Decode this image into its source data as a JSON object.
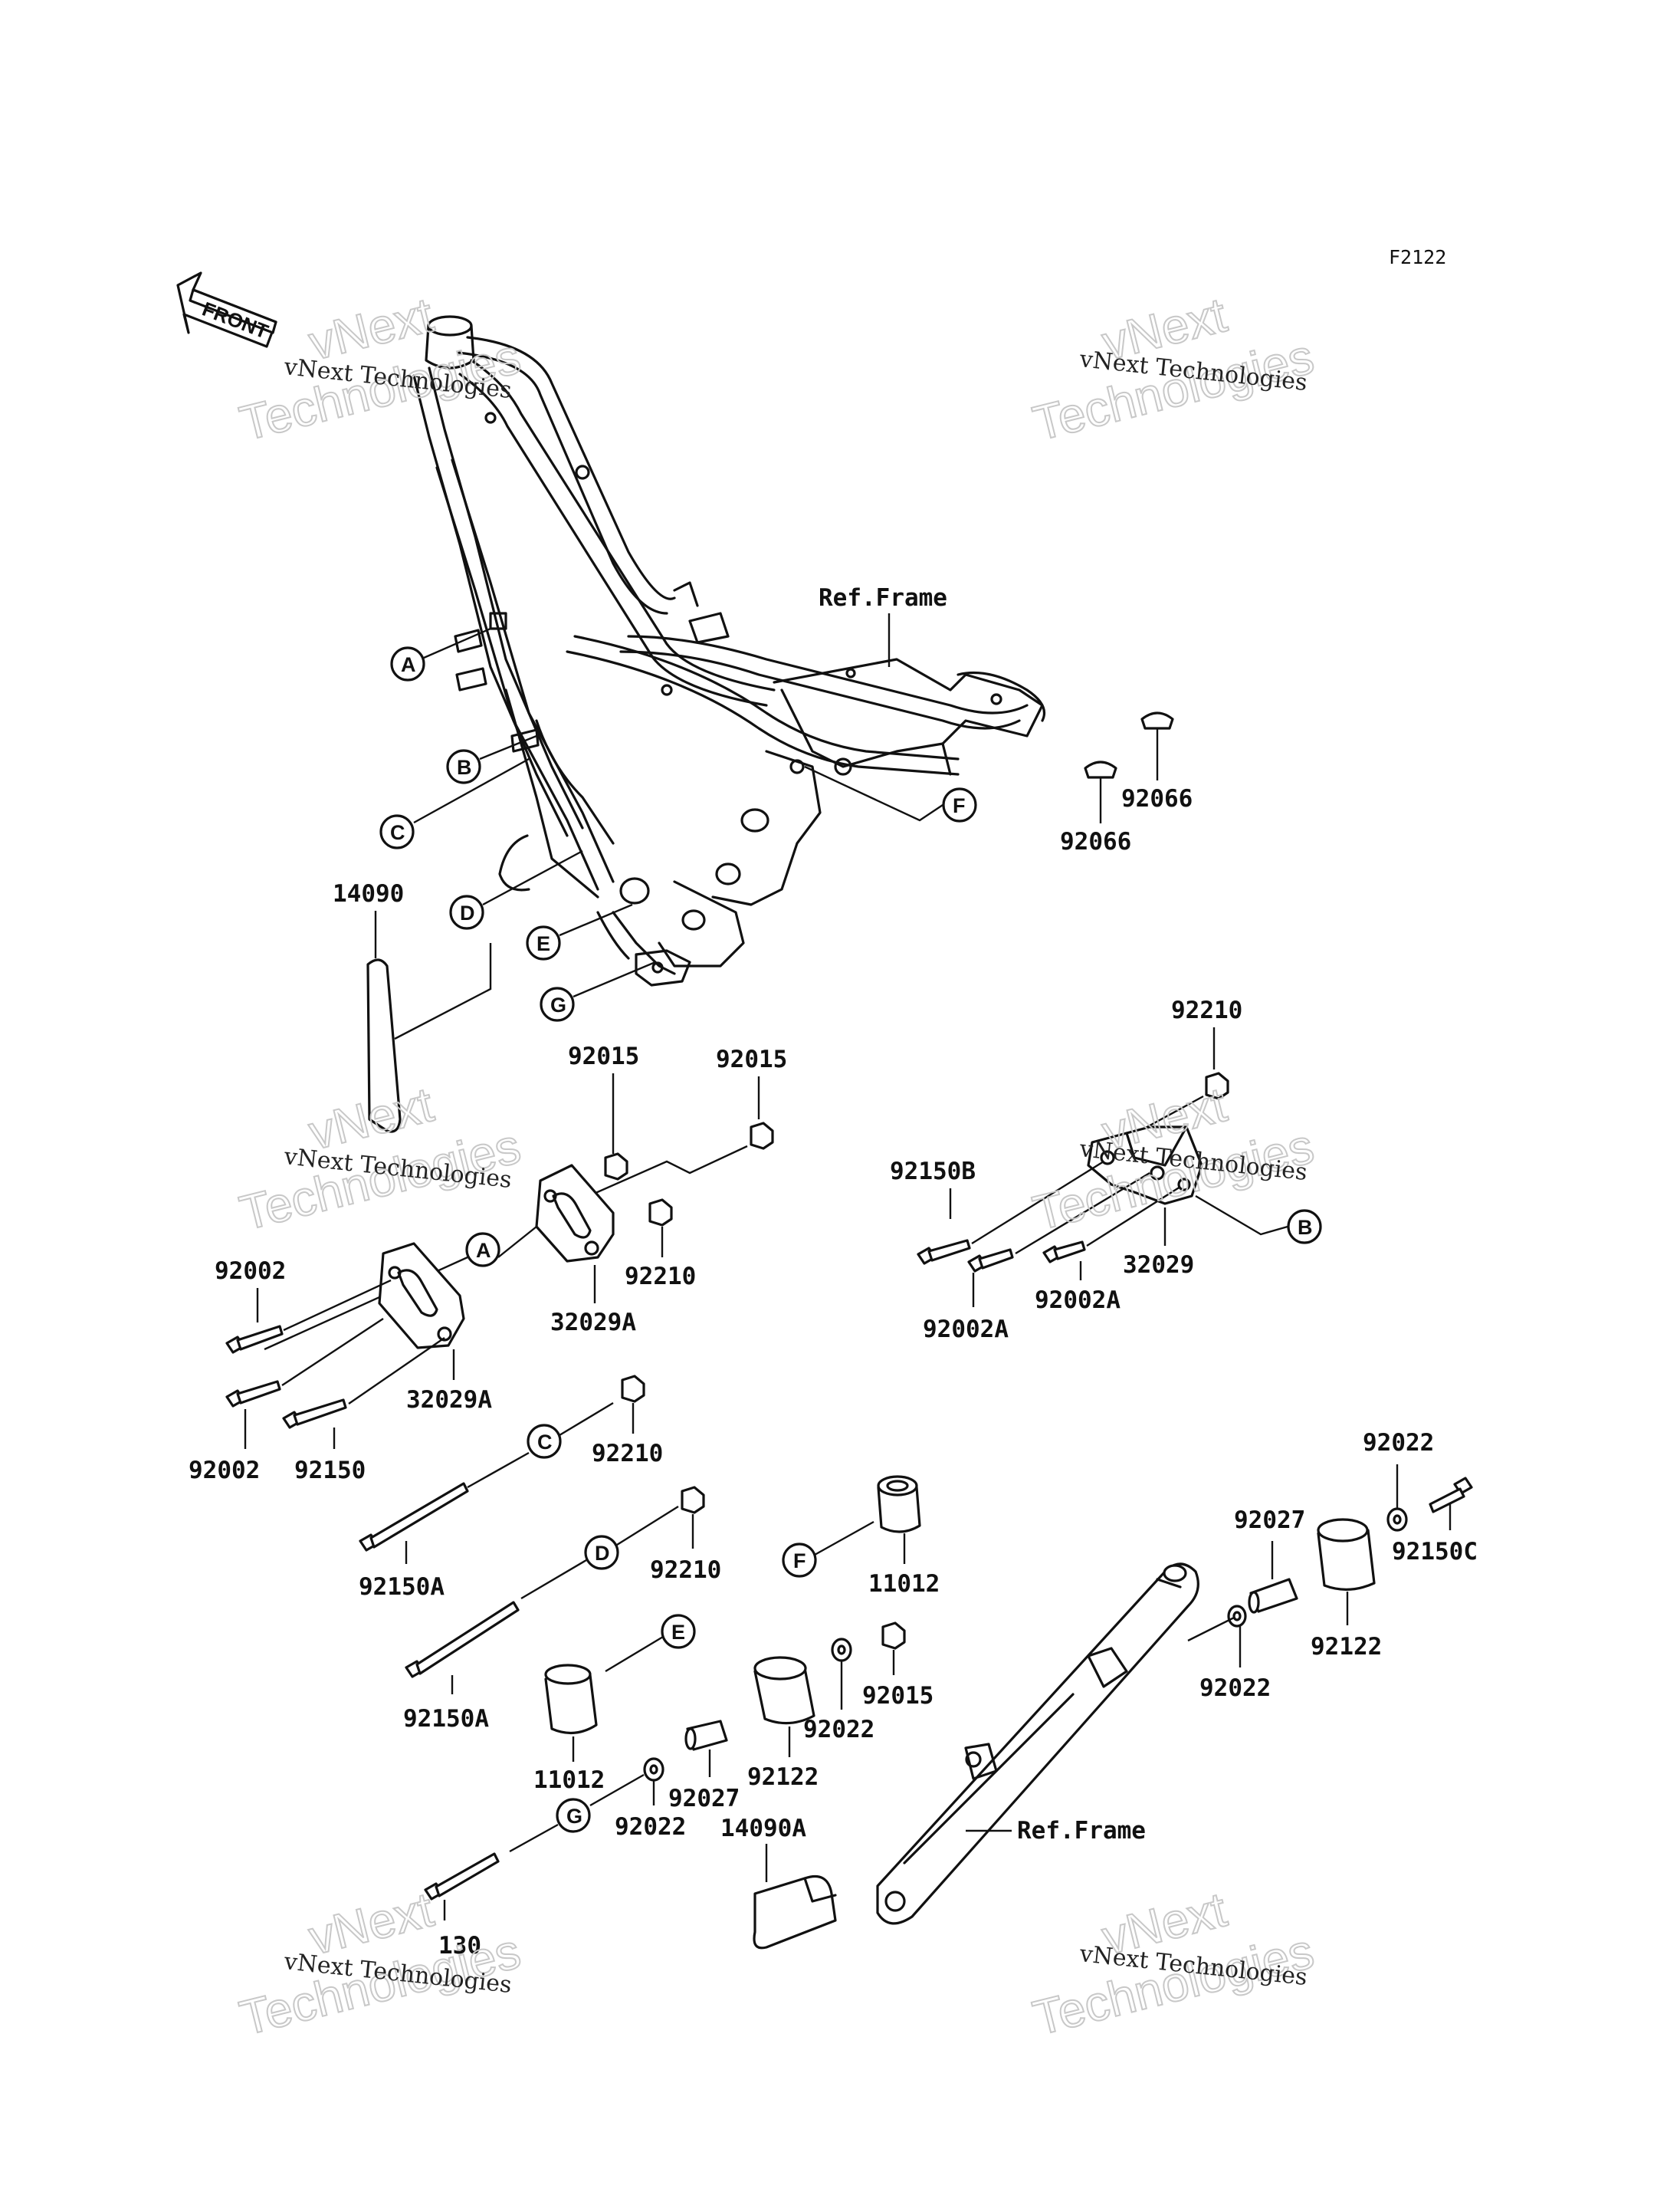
{
  "diagram_code": "F2122",
  "front_arrow_label": "FRONT",
  "watermark_line1": "vNext Technologies",
  "watermark_big_a": "vNext",
  "watermark_big_b": "Technologies",
  "ref_labels": [
    "Ref.Frame",
    "Ref.Frame"
  ],
  "callouts": [
    "A",
    "B",
    "C",
    "D",
    "E",
    "F",
    "G"
  ],
  "callouts_detail": [
    "A",
    "B",
    "C",
    "D",
    "E",
    "F",
    "G"
  ],
  "part_labels": [
    "14090",
    "92066",
    "92066",
    "92210",
    "92015",
    "92015",
    "92150B",
    "92002",
    "32029A",
    "92210",
    "32029",
    "92002A",
    "92002A",
    "32029A",
    "92002",
    "92150",
    "92210",
    "92150A",
    "92210",
    "92150A",
    "11012",
    "92022",
    "130",
    "92027",
    "92122",
    "92022",
    "92015",
    "14090A",
    "11012",
    "92022",
    "92027",
    "92150C",
    "92122",
    "92022"
  ]
}
